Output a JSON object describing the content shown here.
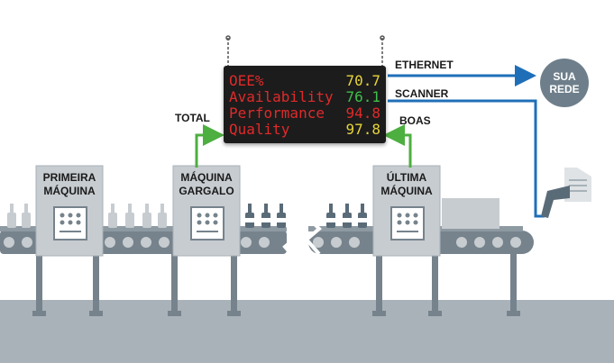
{
  "board": {
    "rows": [
      {
        "label": "OEE%",
        "value": "70.7",
        "color": "#e6d43a"
      },
      {
        "label": "Availability",
        "value": "76.1",
        "color": "#3fbf4a"
      },
      {
        "label": "Performance",
        "value": "94.8",
        "color": "#e02a2a"
      },
      {
        "label": "Quality",
        "value": "97.8",
        "color": "#e6d43a"
      }
    ]
  },
  "labels": {
    "ethernet": "ETHERNET",
    "scanner": "SCANNER",
    "total": "TOTAL",
    "boas": "BOAS",
    "network_line1": "SUA",
    "network_line2": "REDE"
  },
  "machines": {
    "first": {
      "line1": "PRIMEIRA",
      "line2": "MÁQUINA"
    },
    "bottleneck": {
      "line1": "MÁQUINA",
      "line2": "GARGALO"
    },
    "last": {
      "line1": "ÚLTIMA",
      "line2": "MÁQUINA"
    }
  },
  "colors": {
    "blue_link": "#1f6fb8",
    "green_link": "#4caf3f",
    "machine_gray": "#c7ccd0",
    "floor_gray": "#a8b2b8",
    "conveyor": "#76838c"
  }
}
